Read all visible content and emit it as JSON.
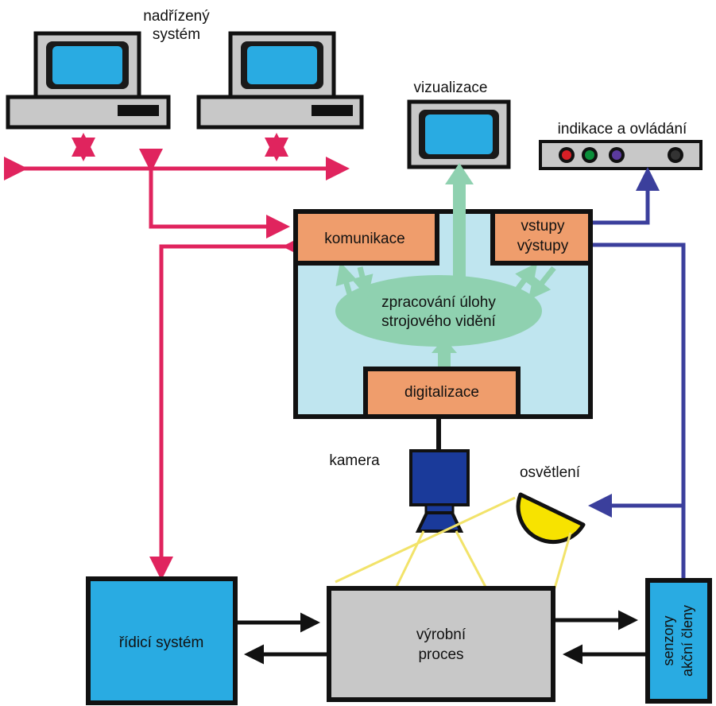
{
  "labels": {
    "parent_system_line1": "nadřízený",
    "parent_system_line2": "systém",
    "visualization": "vizualizace",
    "indication_control": "indikace a ovládání",
    "communication": "komunikace",
    "io_line1": "vstupy",
    "io_line2": "výstupy",
    "processing_line1": "zpracování úlohy",
    "processing_line2": "strojového vidění",
    "digitization": "digitalizace",
    "camera": "kamera",
    "lighting": "osvětlení",
    "control_system": "řídicí systém",
    "process_line1": "výrobní",
    "process_line2": "proces",
    "sensors_line1": "senzory",
    "sensors_line2": "akční členy"
  },
  "colors": {
    "red_arrow": "#e0245e",
    "blue_arrow": "#3b3f9c",
    "green_arrow": "#8fd1b0",
    "orange_box": "#ef9d6c",
    "light_blue_box": "#bfe5ef",
    "cyan_box": "#29abe2",
    "gray_box": "#c8c8c8",
    "camera_blue": "#1a3a9a",
    "light_yellow": "#f7e300",
    "beam_yellow": "#f2e36a"
  },
  "icons": {
    "computer_left": "computer-icon",
    "computer_right": "computer-icon",
    "monitor": "monitor-icon",
    "control_panel": "control-panel-icon",
    "camera": "camera-icon",
    "lamp": "lamp-icon"
  }
}
